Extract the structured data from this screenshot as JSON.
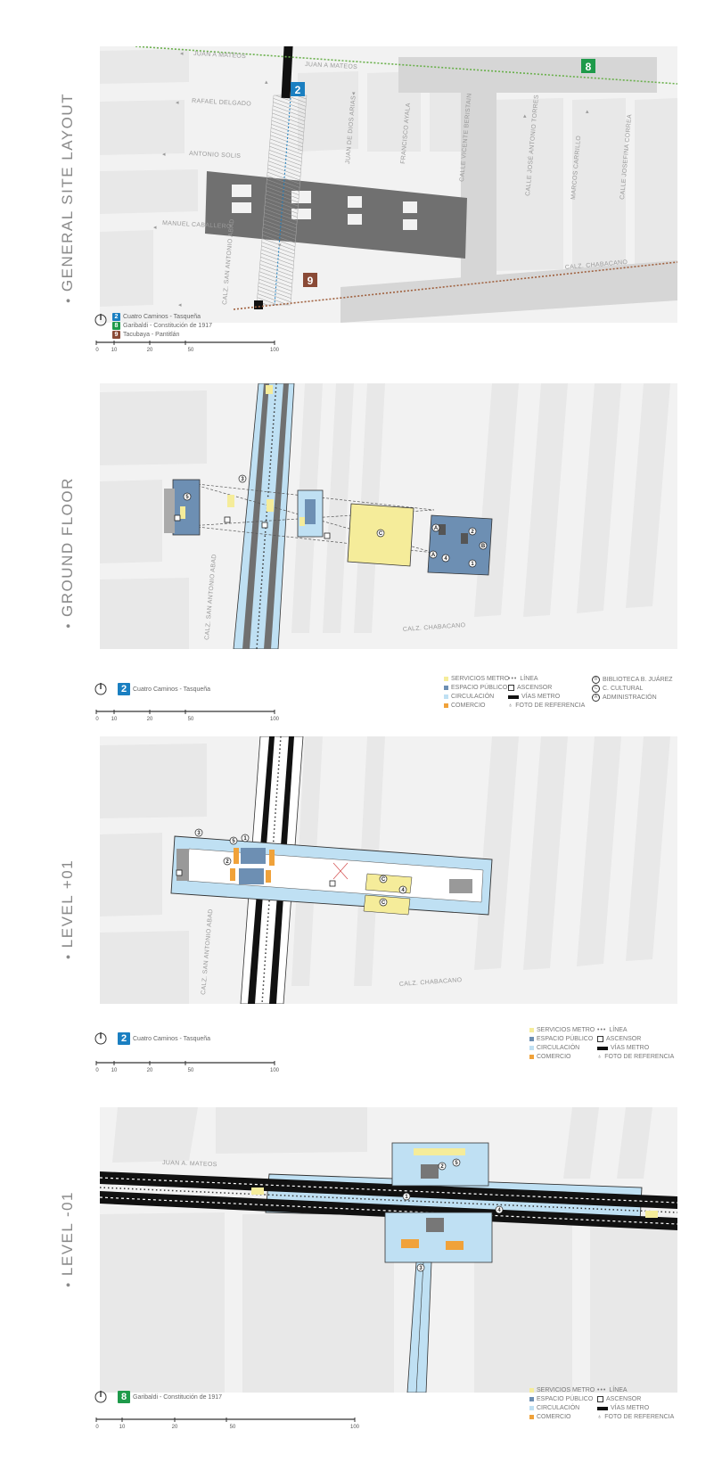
{
  "sections": {
    "site": "GENERAL SITE LAYOUT",
    "ground": "GROUND FLOOR",
    "level1": "LEVEL +01",
    "levelm1": "LEVEL -01"
  },
  "streets": {
    "juan_a_mateos_1": "JUAN A MATEOS",
    "juan_a_mateos_2": "JUAN A MATEOS",
    "rafael_delgado": "RAFAEL DELGADO",
    "antonio_solis": "ANTONIO SOLIS",
    "manuel_caballero": "MANUEL CABALLERO",
    "san_antonio_abad": "CALZ. SAN ANTONIO ABAD",
    "juan_de_dios_arias": "JUAN DE DIOS ARIAS",
    "francisco_ayala": "FRANCISCO AYALA",
    "vicente_beristain": "CALLE VICENTE BERISTAIN",
    "jose_antonio_torres": "CALLE JOSÉ ANTONIO TORRES",
    "marcos_carrillo": "MARCOS CARRILLO",
    "josefina_correa": "CALLE JOSEFINA CORREA",
    "chabacano": "CALZ. CHABACANO",
    "chabacano_ground": "CALZ. CHABACANO",
    "chabacano_l1": "CALZ. CHABACANO",
    "san_antonio_ground": "CALZ. SAN ANTONIO ABAD",
    "san_antonio_l1": "CALZ. SAN ANTONIO ABAD",
    "juan_a_mateos_lm1": "JUAN A. MATEOS"
  },
  "lines": [
    {
      "number": "2",
      "name": "Cuatro Caminos - Tasqueña",
      "color": "#1a7fc1"
    },
    {
      "number": "8",
      "name": "Garibaldi - Constitución de 1917",
      "color": "#1e9a4a"
    },
    {
      "number": "9",
      "name": "Tacubaya - Pantitlán",
      "color": "#8a4a36"
    }
  ],
  "ground_line": {
    "number": "2",
    "name": "Cuatro Caminos - Tasqueña"
  },
  "level1_line": {
    "number": "2",
    "name": "Cuatro Caminos - Tasqueña"
  },
  "levelm1_line": {
    "number": "8",
    "name": "Garibaldi - Constitución de 1917"
  },
  "scale_labels": [
    "0",
    "10",
    "20",
    "50",
    "100"
  ],
  "legend_ground": {
    "servicios": "SERVICIOS METRO",
    "espacio": "ESPACIO PÚBLICO",
    "circulacion": "CIRCULACIÓN",
    "comercio": "COMERCIO",
    "linea": "LÍNEA",
    "ascensor": "ASCENSOR",
    "vias": "VÍAS METRO",
    "foto": "FOTO DE REFERENCIA",
    "biblioteca": "BIBLIOTECA B. JUÁREZ",
    "cultural": "C. CULTURAL",
    "administracion": "ADMINISTRACIÓN",
    "biblioteca_mark": "B",
    "cultural_mark": "C",
    "administracion_mark": "A"
  },
  "legend_small": {
    "servicios": "SERVICIOS METRO",
    "espacio": "ESPACIO PÚBLICO",
    "circulacion": "CIRCULACIÓN",
    "comercio": "COMERCIO",
    "linea": "LÍNEA",
    "ascensor": "ASCENSOR",
    "vias": "VÍAS METRO",
    "foto": "FOTO DE REFERENCIA"
  },
  "markers_ground": [
    "3",
    "5",
    "C",
    "A",
    "2",
    "B",
    "A",
    "4",
    "1"
  ],
  "markers_l1": [
    "3",
    "5",
    "1",
    "2",
    "C",
    "4",
    "C"
  ],
  "markers_lm1": [
    "2",
    "5",
    "1",
    "4",
    "3"
  ],
  "colors": {
    "circulacion": "#bfe0f3",
    "espacio": "#6d8fb3",
    "servicios": "#f5ec9a",
    "comercio": "#f0a23a",
    "block": "#e9e9e9",
    "building": "#707070"
  }
}
